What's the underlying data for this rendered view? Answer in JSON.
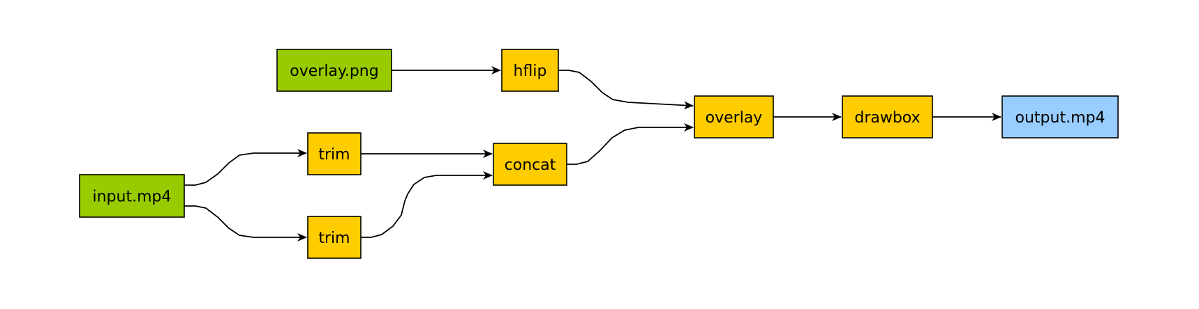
{
  "colors": {
    "source": "#99cc00",
    "filter": "#ffcc00",
    "sink": "#99ccff",
    "edge": "#000000"
  },
  "nodes": [
    {
      "id": "overlay_png",
      "label": "overlay.png",
      "kind": "source"
    },
    {
      "id": "hflip",
      "label": "hflip",
      "kind": "filter"
    },
    {
      "id": "input_mp4",
      "label": "input.mp4",
      "kind": "source"
    },
    {
      "id": "trim1",
      "label": "trim",
      "kind": "filter"
    },
    {
      "id": "trim2",
      "label": "trim",
      "kind": "filter"
    },
    {
      "id": "concat",
      "label": "concat",
      "kind": "filter"
    },
    {
      "id": "overlay",
      "label": "overlay",
      "kind": "filter"
    },
    {
      "id": "drawbox",
      "label": "drawbox",
      "kind": "filter"
    },
    {
      "id": "output_mp4",
      "label": "output.mp4",
      "kind": "sink"
    }
  ],
  "edges": [
    {
      "from": "overlay_png",
      "to": "hflip"
    },
    {
      "from": "input_mp4",
      "to": "trim1"
    },
    {
      "from": "input_mp4",
      "to": "trim2"
    },
    {
      "from": "trim1",
      "to": "concat"
    },
    {
      "from": "trim2",
      "to": "concat"
    },
    {
      "from": "hflip",
      "to": "overlay"
    },
    {
      "from": "concat",
      "to": "overlay"
    },
    {
      "from": "overlay",
      "to": "drawbox"
    },
    {
      "from": "drawbox",
      "to": "output_mp4"
    }
  ]
}
